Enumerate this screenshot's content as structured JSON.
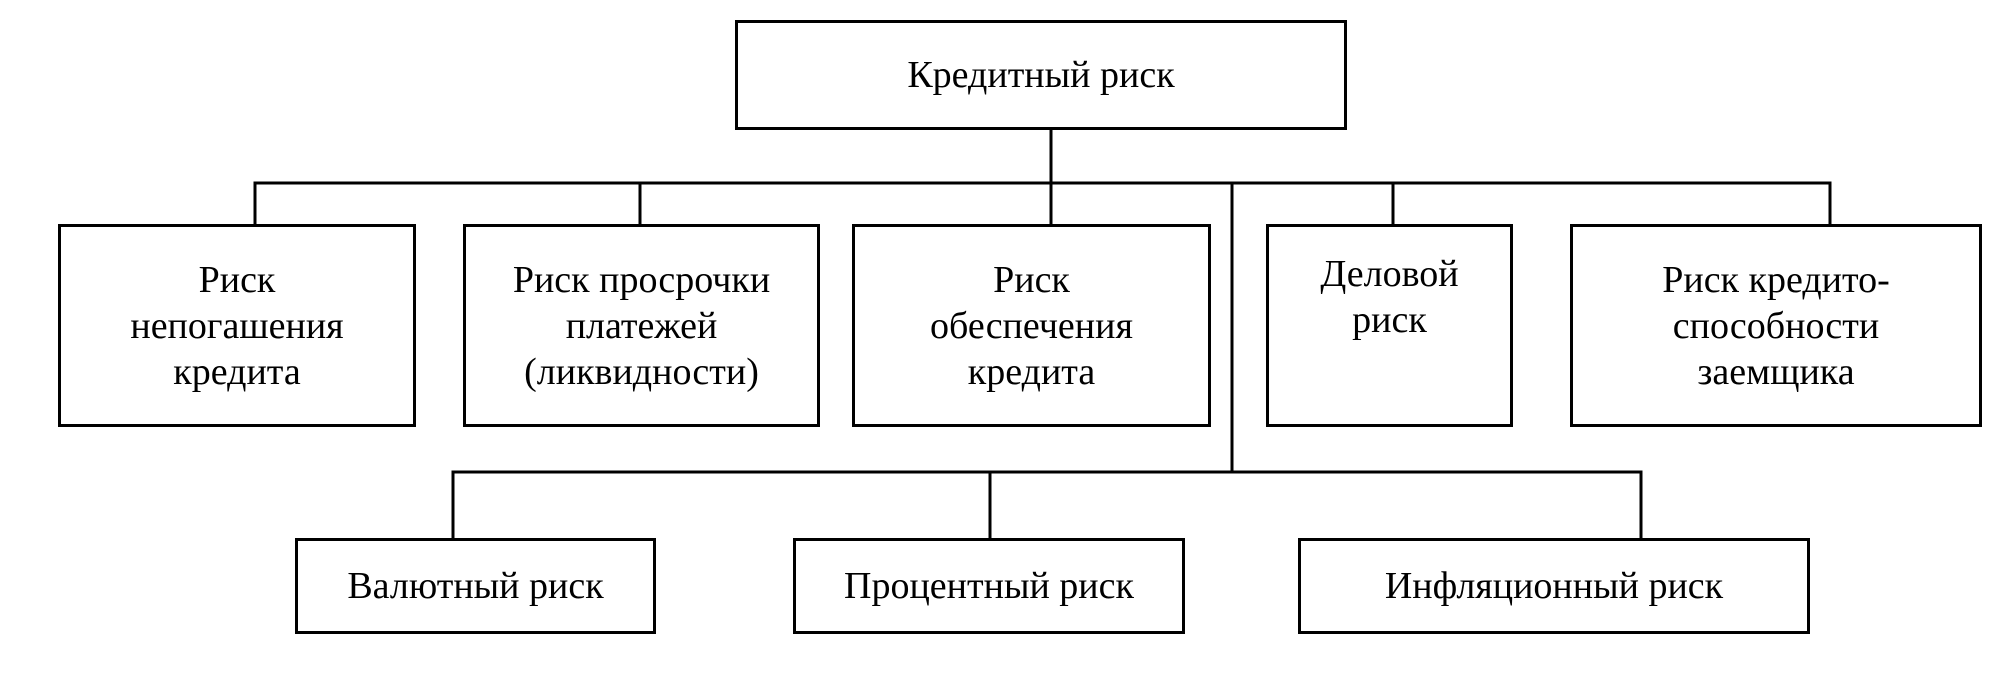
{
  "root": {
    "id": "root",
    "label": "Кредитный риск"
  },
  "level1": [
    {
      "id": "nonrepayment",
      "label": "Риск\nнепогашения\nкредита"
    },
    {
      "id": "overdue",
      "label": "Риск просрочки\nплатежей\n(ликвидности)"
    },
    {
      "id": "collateral",
      "label": "Риск\nобеспечения\nкредита"
    },
    {
      "id": "business",
      "label": "Деловой\nриск"
    },
    {
      "id": "creditworthiness",
      "label": "Риск кредито-\nспособности\nзаемщика"
    }
  ],
  "level2": [
    {
      "id": "currency",
      "label": "Валютный риск"
    },
    {
      "id": "interest",
      "label": "Процентный риск"
    },
    {
      "id": "inflation",
      "label": "Инфляционный риск"
    }
  ],
  "colors": {
    "line": "#000000",
    "box_border": "#000000",
    "text": "#000000",
    "background": "#ffffff"
  }
}
